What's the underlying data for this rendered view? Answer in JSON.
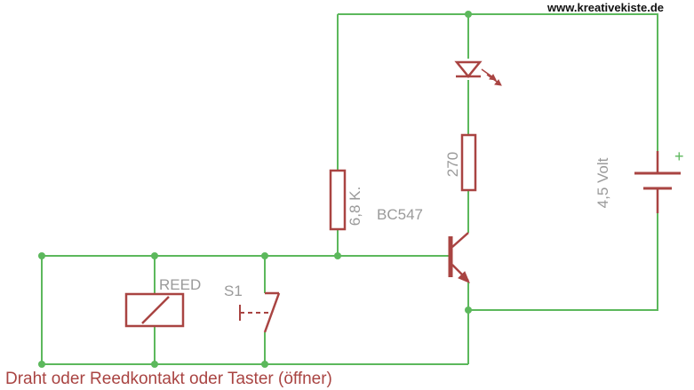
{
  "site_label": "www.kreativekiste.de",
  "caption": "Draht oder Reedkontakt oder Taster (öffner)",
  "components": {
    "base_resistor": "6,8 K.",
    "led_resistor": "270",
    "transistor": "BC547",
    "battery": "4,5 Volt",
    "battery_polarity": "+",
    "reed": "REED",
    "switch": "S1"
  },
  "colors": {
    "wire": "#5cb85c",
    "component": "#a94442",
    "label": "#9a9a9a"
  }
}
